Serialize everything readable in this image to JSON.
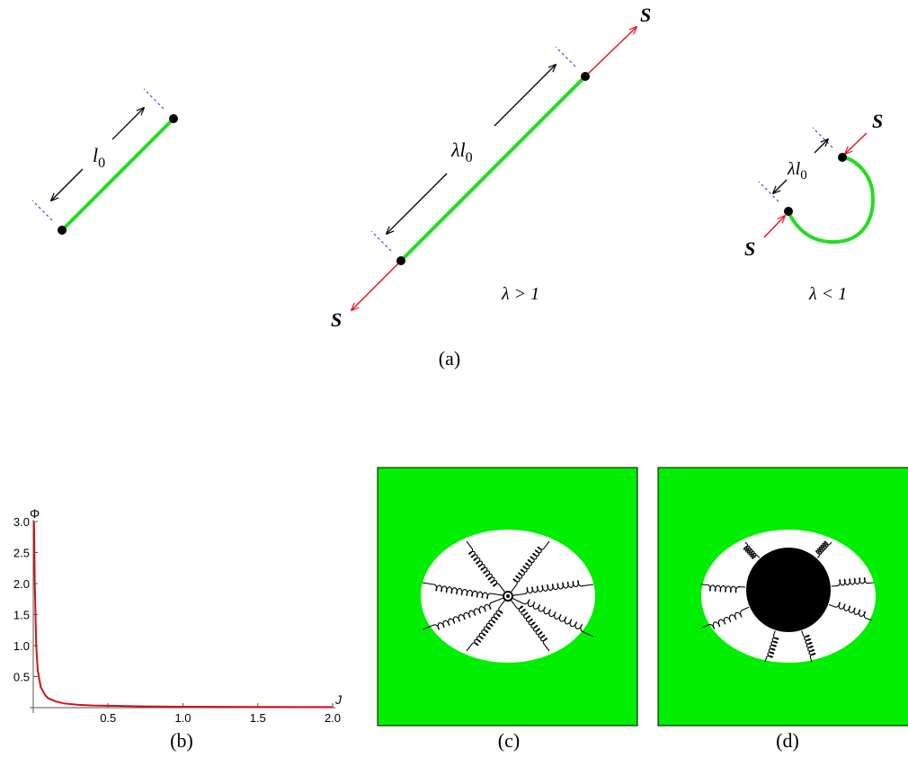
{
  "panel_a": {
    "caption": "(a)",
    "rest_length_label": {
      "sym": "l",
      "sub": "0"
    },
    "stretched_length_label": {
      "sym": "λl",
      "sub": "0"
    },
    "compressed_length_label": {
      "sym": "λl",
      "sub": "0"
    },
    "force_label": "S",
    "stretched_condition": "λ > 1",
    "compressed_condition": "λ < 1"
  },
  "panel_b": {
    "caption": "(b)",
    "y_axis_label": "Φ",
    "x_axis_label": "J",
    "x_ticks": [
      "0.5",
      "1.0",
      "1.5",
      "2.0"
    ],
    "y_ticks": [
      "0.5",
      "1.0",
      "1.5",
      "2.0",
      "2.5",
      "3.0"
    ]
  },
  "panel_c": {
    "caption": "(c)"
  },
  "panel_d": {
    "caption": "(d)"
  },
  "chart_data": {
    "type": "line",
    "xlabel": "J",
    "ylabel": "Φ",
    "xlim": [
      0,
      2.0
    ],
    "ylim": [
      0,
      3.0
    ],
    "grid": false,
    "series": [
      {
        "color": "#d0101a",
        "x": [
          0.005,
          0.01,
          0.02,
          0.03,
          0.05,
          0.08,
          0.1,
          0.15,
          0.2,
          0.3,
          0.4,
          0.5,
          0.75,
          1.0,
          1.5,
          2.0
        ],
        "y": [
          3.0,
          2.0,
          1.0,
          0.6,
          0.33,
          0.2,
          0.15,
          0.1,
          0.07,
          0.045,
          0.035,
          0.03,
          0.02,
          0.015,
          0.01,
          0.008
        ]
      }
    ]
  },
  "colors": {
    "fiber": "#22dd22",
    "force": "#e8141e",
    "dash": "#3333cc",
    "curve": "#d0101a",
    "matrix": "#00ee00"
  }
}
